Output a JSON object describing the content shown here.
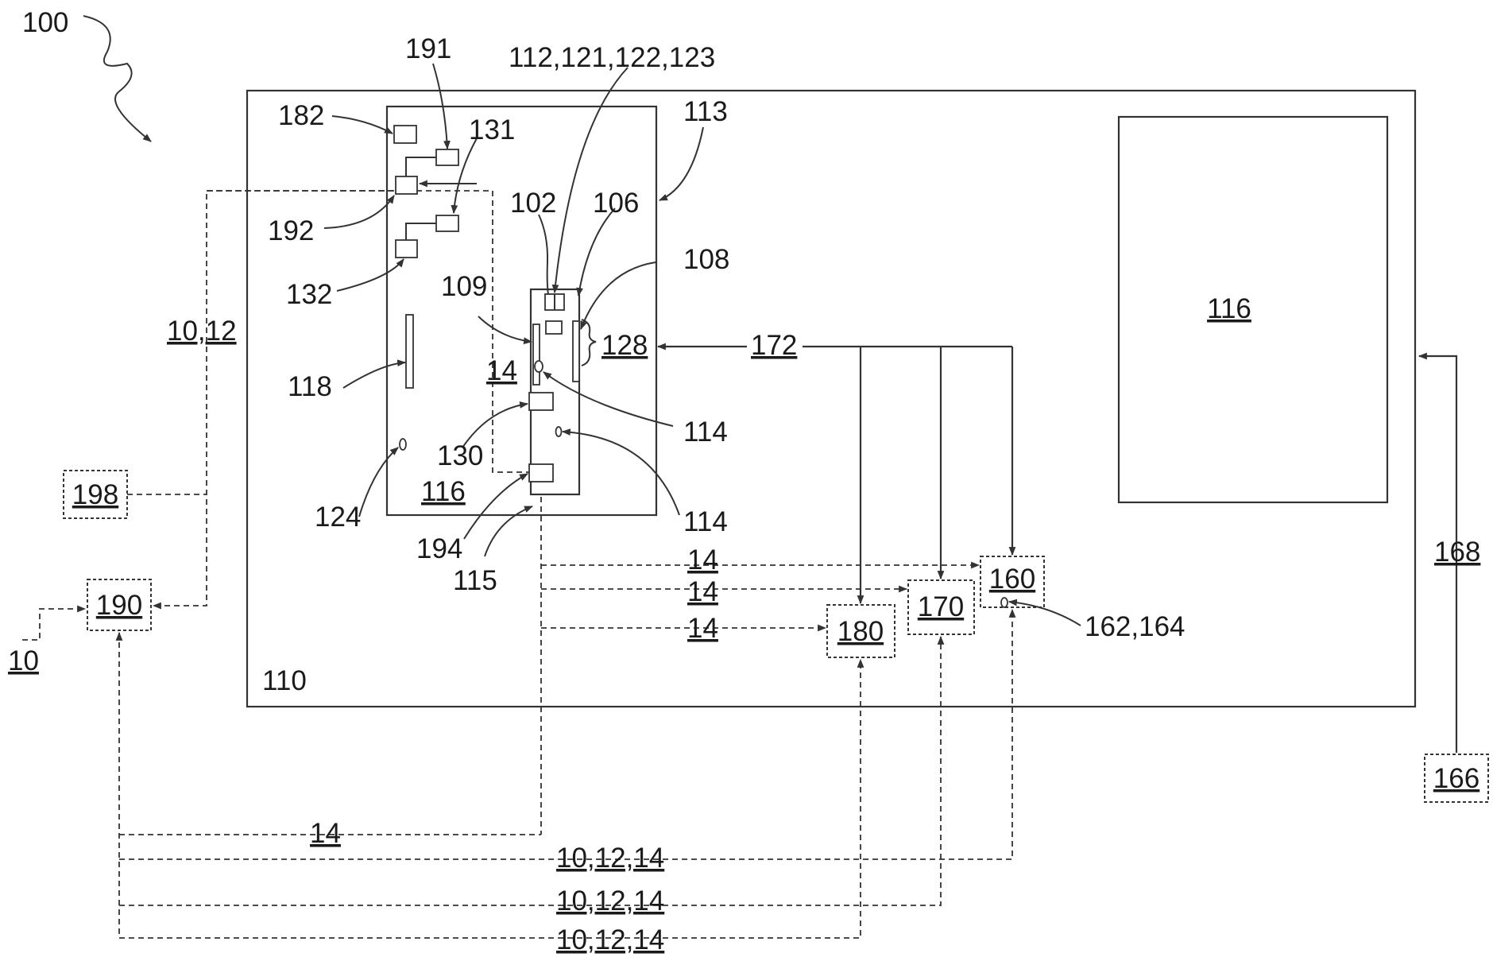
{
  "figure": {
    "system_label": "100",
    "labels": {
      "l10": "10",
      "l10_12": "10,12",
      "l10_12_14": "10,12,14",
      "l14": "14",
      "l102": "102",
      "l106": "106",
      "l108": "108",
      "l109": "109",
      "l110": "110",
      "l112": "112,121,122,123",
      "l113": "113",
      "l114": "114",
      "l115": "115",
      "l116": "116",
      "l118": "118",
      "l124": "124",
      "l128": "128",
      "l130": "130",
      "l131": "131",
      "l132": "132",
      "l160": "160",
      "l162": "162,164",
      "l166": "166",
      "l168": "168",
      "l170": "170",
      "l172": "172",
      "l180": "180",
      "l182": "182",
      "l190": "190",
      "l191": "191",
      "l192": "192",
      "l194": "194",
      "l198": "198"
    }
  }
}
